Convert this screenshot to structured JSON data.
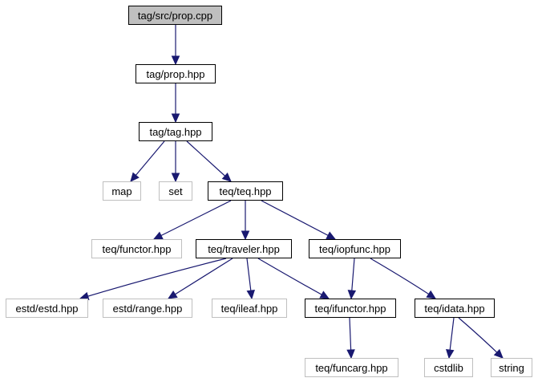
{
  "nodes": {
    "prop_cpp": "tag/src/prop.cpp",
    "prop_hpp": "tag/prop.hpp",
    "tag_hpp": "tag/tag.hpp",
    "map": "map",
    "set": "set",
    "teq_hpp": "teq/teq.hpp",
    "functor_hpp": "teq/functor.hpp",
    "traveler_hpp": "teq/traveler.hpp",
    "iopfunc_hpp": "teq/iopfunc.hpp",
    "estd_hpp": "estd/estd.hpp",
    "range_hpp": "estd/range.hpp",
    "ileaf_hpp": "teq/ileaf.hpp",
    "ifunctor_hpp": "teq/ifunctor.hpp",
    "idata_hpp": "teq/idata.hpp",
    "funcarg_hpp": "teq/funcarg.hpp",
    "cstdlib": "cstdlib",
    "string": "string"
  },
  "edges": [
    [
      "prop_cpp",
      "prop_hpp"
    ],
    [
      "prop_hpp",
      "tag_hpp"
    ],
    [
      "tag_hpp",
      "map"
    ],
    [
      "tag_hpp",
      "set"
    ],
    [
      "tag_hpp",
      "teq_hpp"
    ],
    [
      "teq_hpp",
      "functor_hpp"
    ],
    [
      "teq_hpp",
      "traveler_hpp"
    ],
    [
      "teq_hpp",
      "iopfunc_hpp"
    ],
    [
      "traveler_hpp",
      "estd_hpp"
    ],
    [
      "traveler_hpp",
      "range_hpp"
    ],
    [
      "traveler_hpp",
      "ileaf_hpp"
    ],
    [
      "traveler_hpp",
      "ifunctor_hpp"
    ],
    [
      "iopfunc_hpp",
      "ifunctor_hpp"
    ],
    [
      "iopfunc_hpp",
      "idata_hpp"
    ],
    [
      "ifunctor_hpp",
      "funcarg_hpp"
    ],
    [
      "idata_hpp",
      "cstdlib"
    ],
    [
      "idata_hpp",
      "string"
    ]
  ],
  "colors": {
    "edge": "#191970",
    "root_fill": "#bfbfbf",
    "documented_border": "#000000",
    "external_border": "#bfbfbf"
  }
}
